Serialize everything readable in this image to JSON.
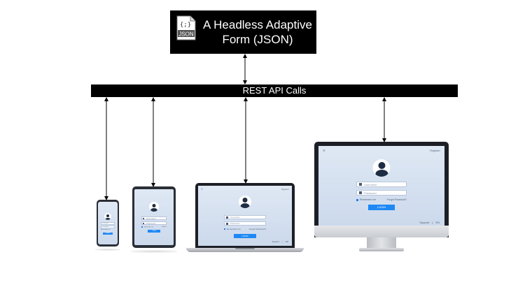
{
  "header": {
    "title_line1": "A Headless Adaptive",
    "title_line2": "Form (JSON)",
    "icon_label": "JSON",
    "icon_braces": "{;}"
  },
  "api_bar": {
    "label": "REST API Calls"
  },
  "devices": {
    "phone": {
      "username": "Username",
      "password": "Password",
      "remember": "Remember me",
      "login": "LOGIN"
    },
    "tablet": {
      "username": "Username",
      "password": "Password",
      "remember": "Remember me",
      "forgot": "Forgot?",
      "login": "LOGIN"
    },
    "laptop": {
      "register": "Register",
      "username": "Username",
      "password": "Password",
      "remember": "Remember me",
      "forgot": "Forgot Password?",
      "login": "LOGIN",
      "support": "Support",
      "en": "EN"
    },
    "desktop": {
      "register": "Register",
      "username": "Username",
      "password": "Password",
      "remember": "Remember me",
      "forgot": "Forgot Password?",
      "login": "LOGIN",
      "support": "Support",
      "en": "EN"
    }
  },
  "colors": {
    "bar": "#000000",
    "screen_bg": "#d4e0ef",
    "login_button": "#1e88f5"
  }
}
